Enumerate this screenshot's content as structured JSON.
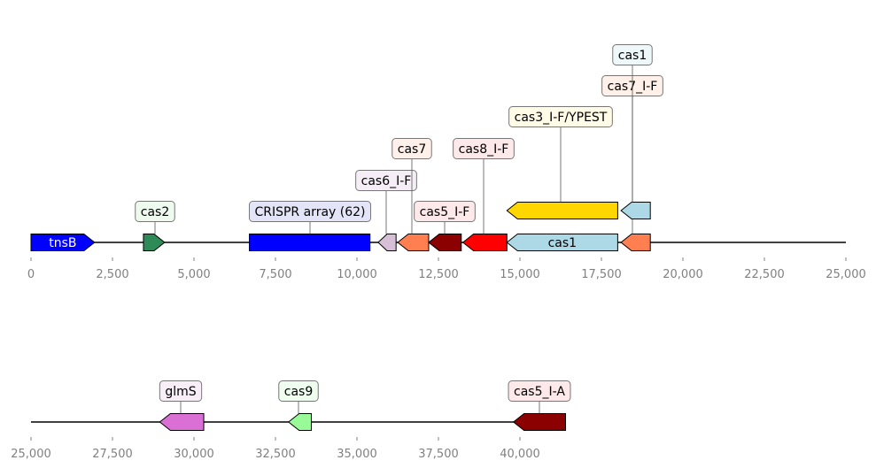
{
  "tracks": [
    {
      "name": "track-1",
      "domain": [
        0,
        25000
      ],
      "ticks": [
        0,
        2500,
        5000,
        7500,
        10000,
        12500,
        15000,
        17500,
        20000,
        22500,
        25000
      ],
      "tick_labels": [
        "0",
        "2,500",
        "5,000",
        "7,500",
        "10,000",
        "12,500",
        "15,000",
        "17,500",
        "20,000",
        "22,500",
        "25,000"
      ],
      "backbone": [
        0,
        25000
      ],
      "features": [
        {
          "label": "tnsB",
          "start": 0,
          "end": 1950,
          "strand": 1,
          "color": "#0000ff",
          "label_inside": true,
          "label_color": "#ffffff"
        },
        {
          "label": "cas2",
          "start": 3450,
          "end": 4100,
          "strand": 1,
          "color": "#2e8b57",
          "box_color": "#eefaee"
        },
        {
          "label": "CRISPR array (62)",
          "start": 6700,
          "end": 10400,
          "strand": 0,
          "color": "#0000ff",
          "box_color": "#e4e4f8"
        },
        {
          "label": "cas6_I-F",
          "start": 10650,
          "end": 11200,
          "strand": -1,
          "color": "#d8bfd8",
          "box_color": "#f6eef6"
        },
        {
          "label": "cas7",
          "start": 11250,
          "end": 12200,
          "strand": -1,
          "color": "#ff7f50",
          "box_color": "#fff0ea"
        },
        {
          "label": "cas5_I-F",
          "start": 12200,
          "end": 13200,
          "strand": -1,
          "color": "#8b0000",
          "box_color": "#fde9e9"
        },
        {
          "label": "cas8_I-F",
          "start": 13250,
          "end": 14600,
          "strand": -1,
          "color": "#ff0000",
          "box_color": "#fde9e9"
        },
        {
          "label": "cas1",
          "start": 14600,
          "end": 18000,
          "strand": -1,
          "color": "#add8e6",
          "label_inside": true,
          "label_color": "#000000"
        },
        {
          "label": "cas3_I-F/YPEST",
          "start": 14600,
          "end": 18000,
          "strand": -1,
          "color": "#ffd700",
          "box_color": "#fffbe6"
        },
        {
          "label": "cas7_I-F",
          "start": 18100,
          "end": 19000,
          "strand": -1,
          "color": "#ff7f50",
          "box_color": "#fff0ea"
        },
        {
          "label": "cas1",
          "start": 18100,
          "end": 19000,
          "strand": -1,
          "color": "#add8e6",
          "box_color": "#eef8fb"
        }
      ]
    },
    {
      "name": "track-2",
      "domain": [
        25000,
        50000
      ],
      "ticks": [
        25000,
        27500,
        30000,
        32500,
        35000,
        37500,
        40000
      ],
      "tick_labels": [
        "25,000",
        "27,500",
        "30,000",
        "32,500",
        "35,000",
        "37,500",
        "40,000"
      ],
      "backbone": [
        25000,
        41400
      ],
      "features": [
        {
          "label": "glmS",
          "start": 28950,
          "end": 30300,
          "strand": -1,
          "color": "#da70d6",
          "box_color": "#f8eef8"
        },
        {
          "label": "cas9",
          "start": 32900,
          "end": 33600,
          "strand": -1,
          "color": "#98fb98",
          "box_color": "#eefdee"
        },
        {
          "label": "cas5_I-A",
          "start": 39800,
          "end": 41400,
          "strand": -1,
          "color": "#8b0000",
          "box_color": "#fde9e9"
        }
      ]
    }
  ]
}
